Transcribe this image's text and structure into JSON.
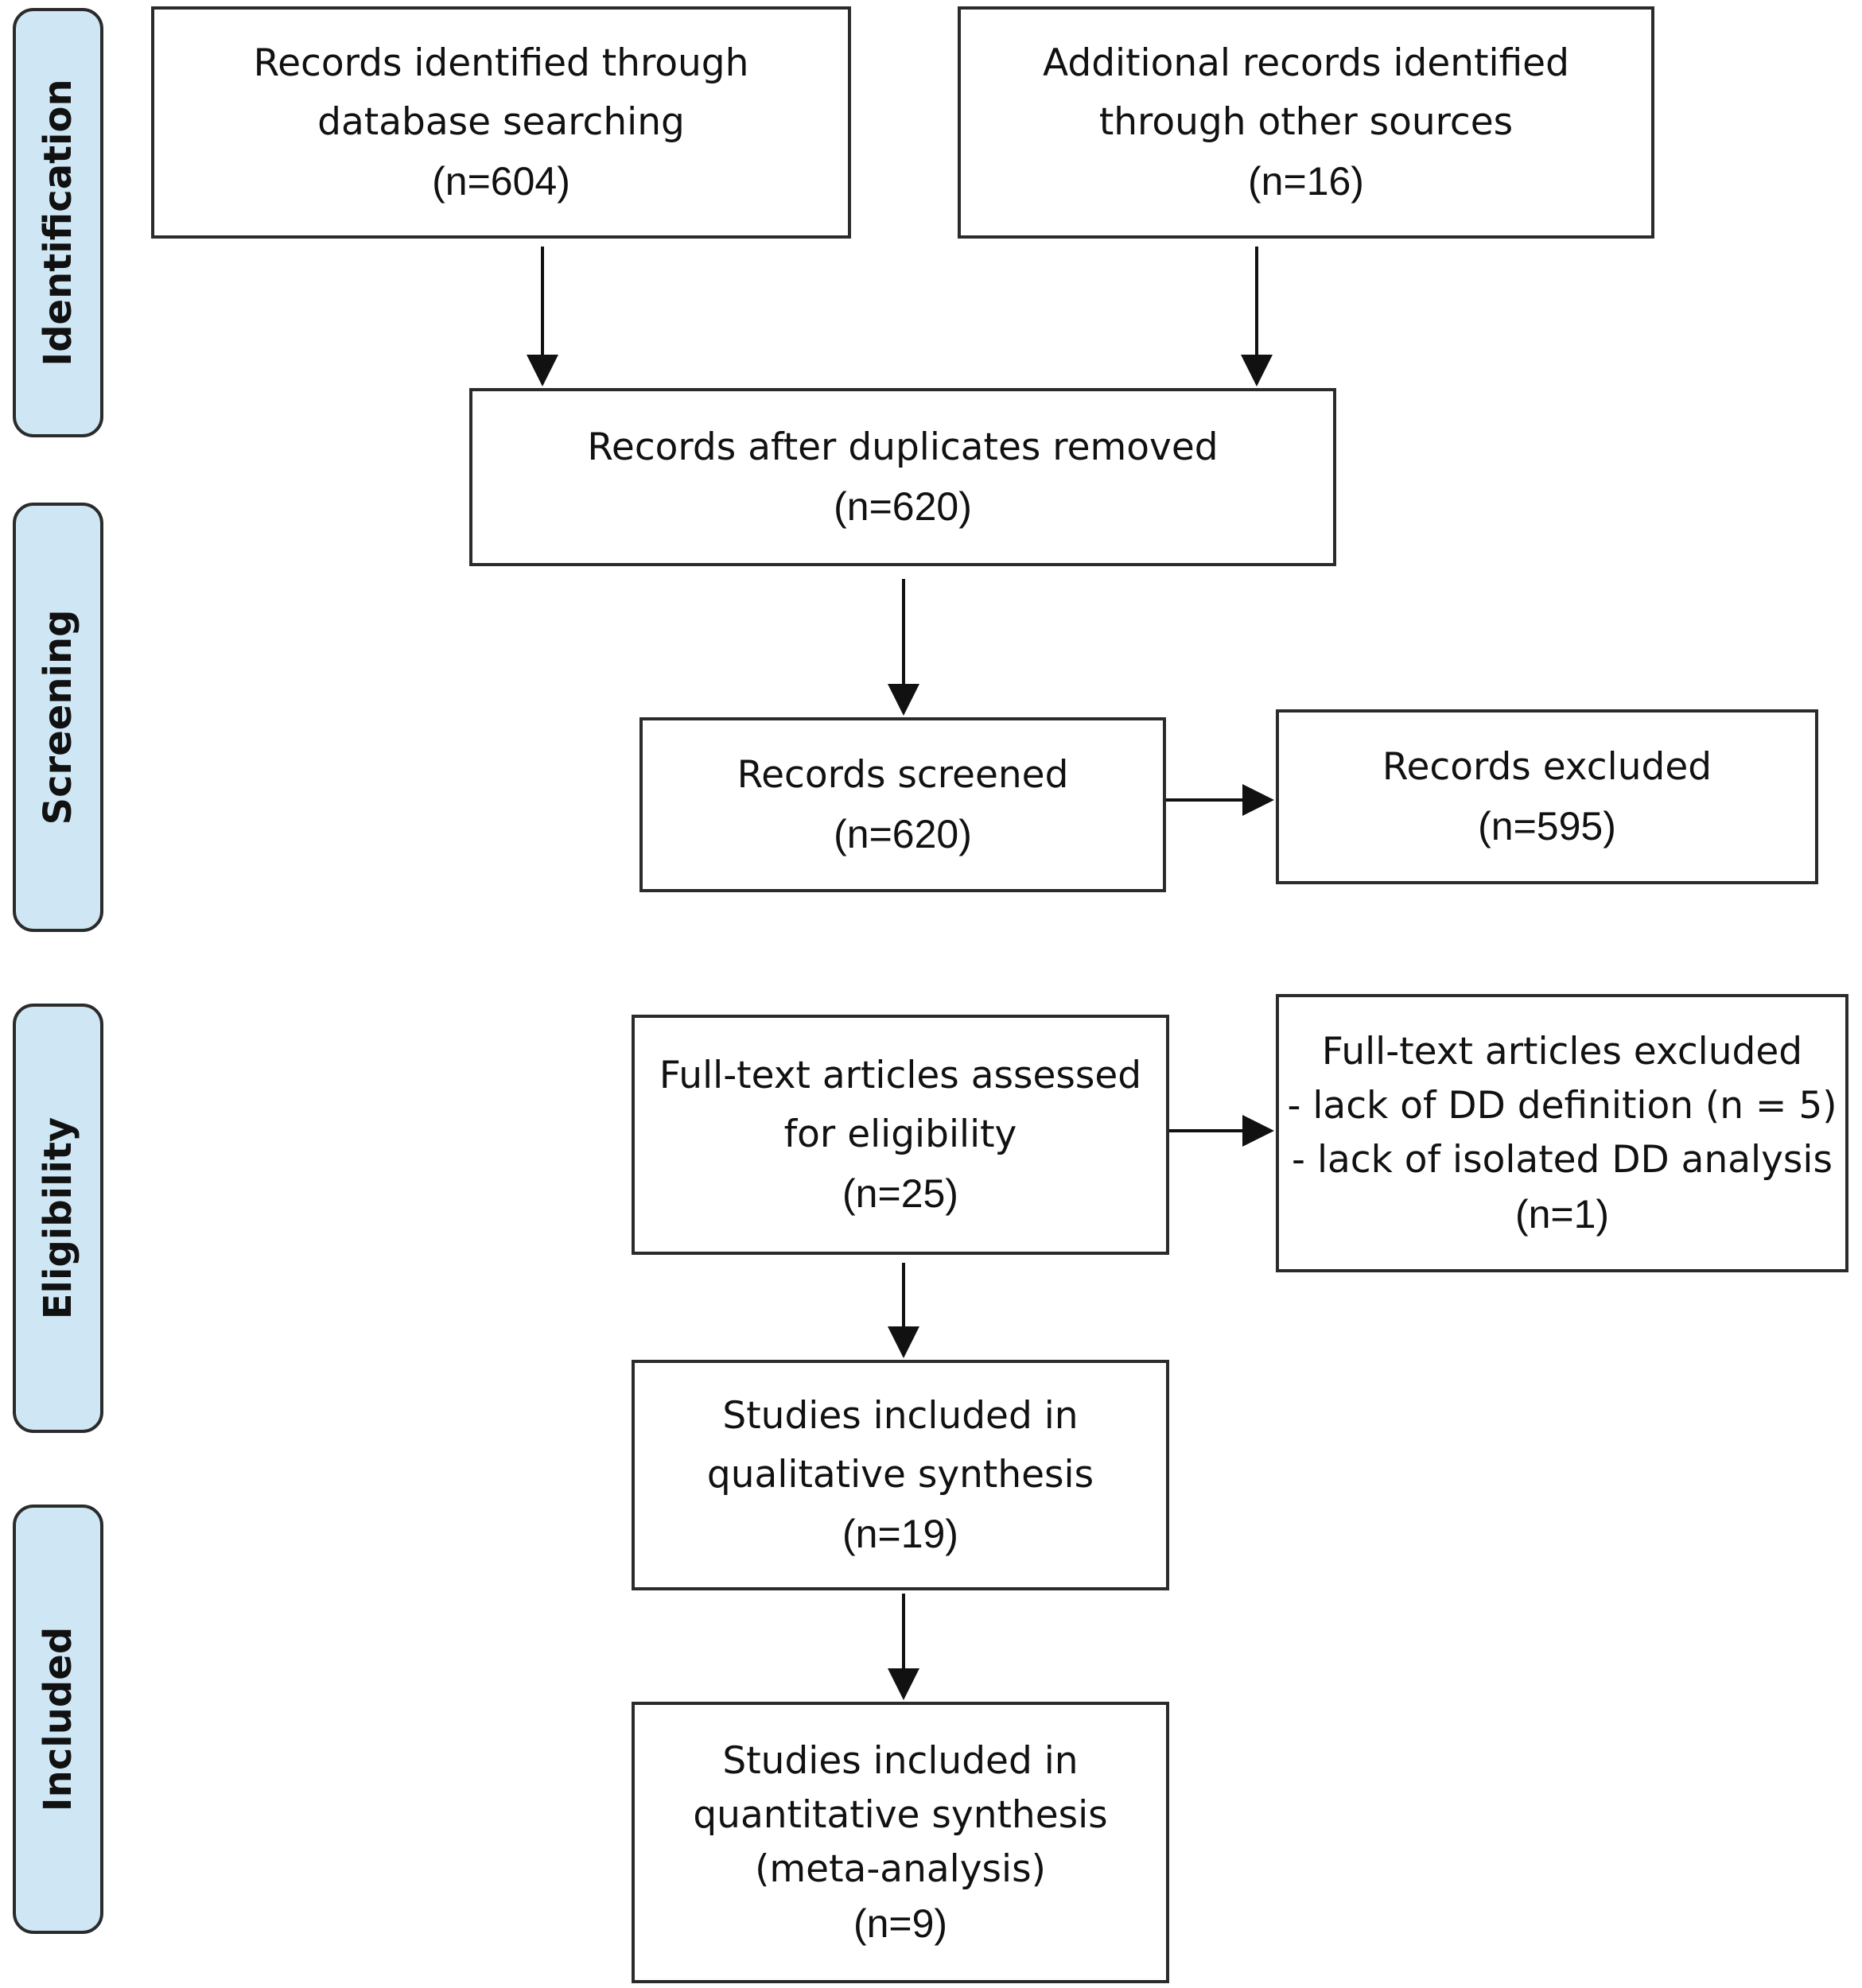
{
  "phases": {
    "identification": "Identification",
    "screening": "Screening",
    "eligibility": "Eligibility",
    "included": "Included"
  },
  "boxes": {
    "database_records": {
      "line1": "Records identified through",
      "line2": "database searching",
      "count": "(n=604)"
    },
    "other_records": {
      "line1": "Additional records identified",
      "line2": "through other sources",
      "count": "(n=16)"
    },
    "deduplicated": {
      "line1": "Records after duplicates removed",
      "count": "(n=620)"
    },
    "screened": {
      "line1": "Records screened",
      "count": "(n=620)"
    },
    "excluded": {
      "line1": "Records excluded",
      "count": "(n=595)"
    },
    "fulltext_assessed": {
      "line1": "Full-text articles assessed",
      "line2": "for eligibility",
      "count": "(n=25)"
    },
    "fulltext_excluded": {
      "line1": "Full-text articles excluded",
      "line2": "- lack of DD definition (n = 5)",
      "line3": "- lack of isolated DD analysis",
      "count": "(n=1)"
    },
    "qualitative": {
      "line1": "Studies included in",
      "line2": "qualitative synthesis",
      "count": "(n=19)"
    },
    "quantitative": {
      "line1": "Studies included in",
      "line2": "quantitative synthesis",
      "line3": "(meta-analysis)",
      "count": "(n=9)"
    }
  }
}
